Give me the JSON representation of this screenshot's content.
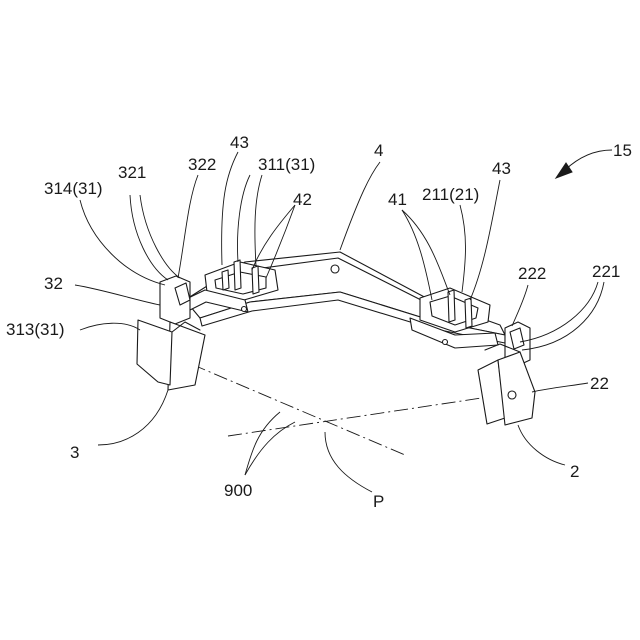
{
  "figure": {
    "labels": {
      "l15": "15",
      "l4": "4",
      "l43a": "43",
      "l43b": "43",
      "l322": "322",
      "l311": "311(31)",
      "l321": "321",
      "l314": "314(31)",
      "l42": "42",
      "l41": "41",
      "l211": "211(21)",
      "l32": "32",
      "l313": "313(31)",
      "l222": "222",
      "l221": "221",
      "l22": "22",
      "l3": "3",
      "l2": "2",
      "l900": "900",
      "lP": "P"
    }
  }
}
